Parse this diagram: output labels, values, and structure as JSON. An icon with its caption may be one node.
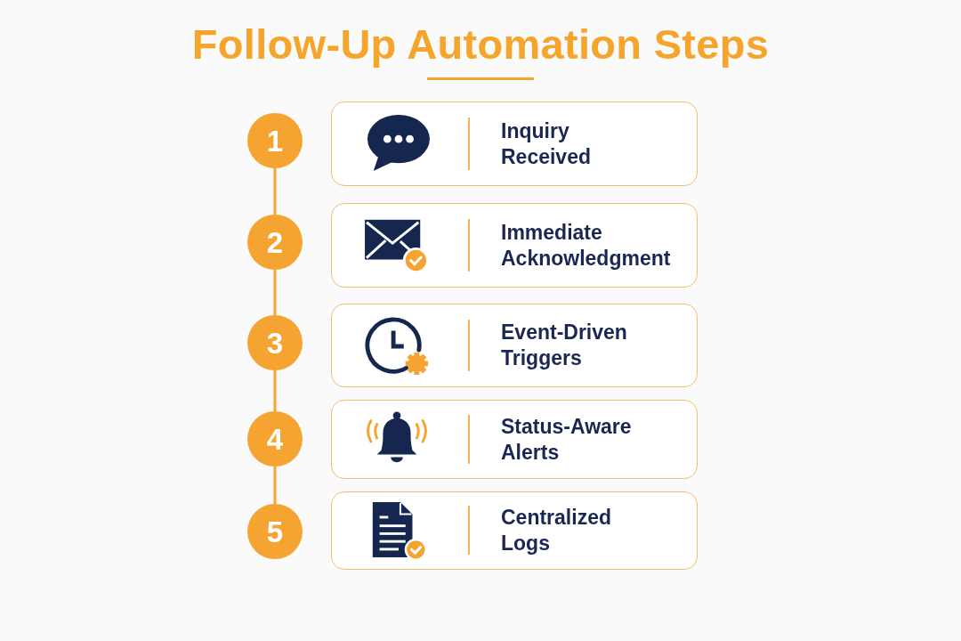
{
  "diagram": {
    "title": "Follow-Up Automation Steps",
    "nodes": [
      {
        "text": [
          "1"
        ]
      },
      {
        "text": [
          "Inquiry Received"
        ]
      },
      {
        "text": [
          "2"
        ]
      },
      {
        "text": [
          "Immediate Acknowledgment"
        ]
      },
      {
        "text": [
          "3"
        ]
      },
      {
        "text": [
          "Event-Driven Triggers"
        ]
      },
      {
        "text": [
          "4"
        ]
      },
      {
        "text": [
          "Status-Aware Alerts"
        ]
      },
      {
        "text": [
          "5"
        ]
      },
      {
        "text": [
          "Centralized Logs"
        ]
      }
    ],
    "edges": [
      {
        "from": 0,
        "to": 2,
        "arrow": "none"
      },
      {
        "from": 2,
        "to": 4,
        "arrow": "none"
      },
      {
        "from": 4,
        "to": 6,
        "arrow": "none"
      },
      {
        "from": 6,
        "to": 8,
        "arrow": "none"
      }
    ]
  }
}
